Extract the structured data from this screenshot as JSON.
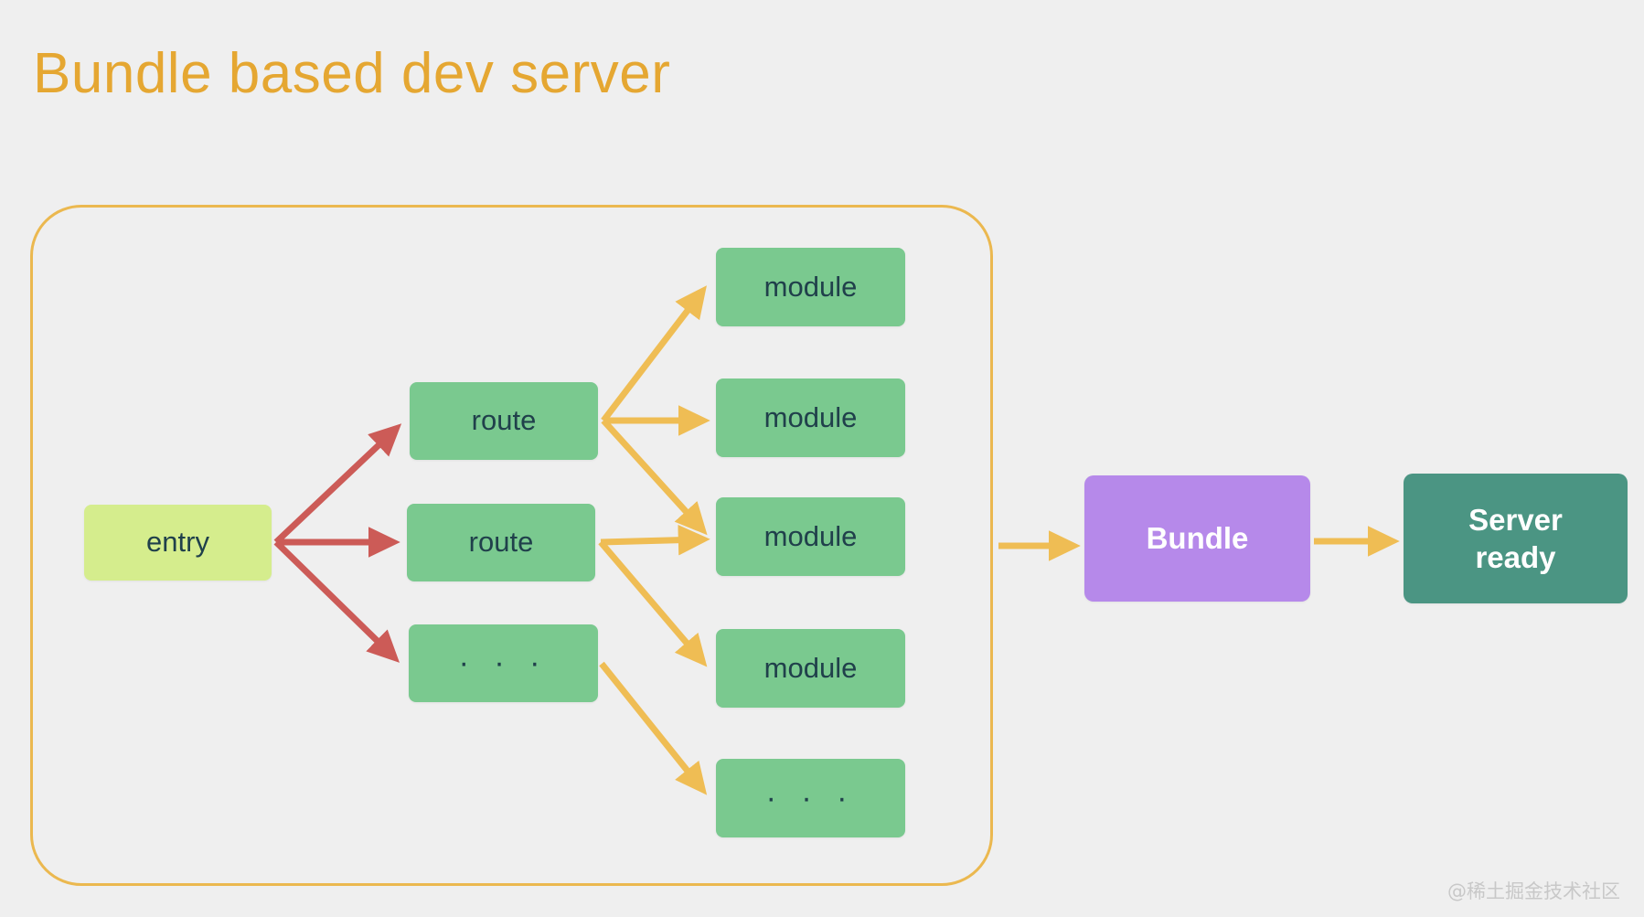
{
  "title": "Bundle based dev server",
  "colors": {
    "background": "#efefef",
    "title": "#e5a732",
    "group_border": "#ebb84f",
    "entry_fill": "#d5ed8d",
    "node_fill_green": "#7ac98f",
    "bundle_fill": "#b689ea",
    "server_fill": "#4b9583",
    "arrow_red": "#cc5b57",
    "arrow_amber": "#efbd54",
    "node_text": "#20404b",
    "inverse_text": "#ffffff",
    "watermark": "#c8c8c8"
  },
  "diagram": {
    "group_label": "",
    "nodes": {
      "entry": "entry",
      "route1": "route",
      "route2": "route",
      "route_dots": "· · ·",
      "module1": "module",
      "module2": "module",
      "module3": "module",
      "module4": "module",
      "module_dots": "· · ·",
      "bundle": "Bundle",
      "server": "Server\nready",
      "server_line1": "Server",
      "server_line2": "ready"
    },
    "edges": [
      {
        "from": "entry",
        "to": "route1",
        "color": "red"
      },
      {
        "from": "entry",
        "to": "route2",
        "color": "red"
      },
      {
        "from": "entry",
        "to": "route_dots",
        "color": "red"
      },
      {
        "from": "route1",
        "to": "module1",
        "color": "amber"
      },
      {
        "from": "route1",
        "to": "module2",
        "color": "amber"
      },
      {
        "from": "route1",
        "to": "module3",
        "color": "amber"
      },
      {
        "from": "route2",
        "to": "module3",
        "color": "amber"
      },
      {
        "from": "route2",
        "to": "module4",
        "color": "amber"
      },
      {
        "from": "route_dots",
        "to": "module_dots",
        "color": "amber"
      },
      {
        "from": "group",
        "to": "bundle",
        "color": "amber"
      },
      {
        "from": "bundle",
        "to": "server",
        "color": "amber"
      }
    ]
  },
  "watermark": "@稀土掘金技术社区"
}
